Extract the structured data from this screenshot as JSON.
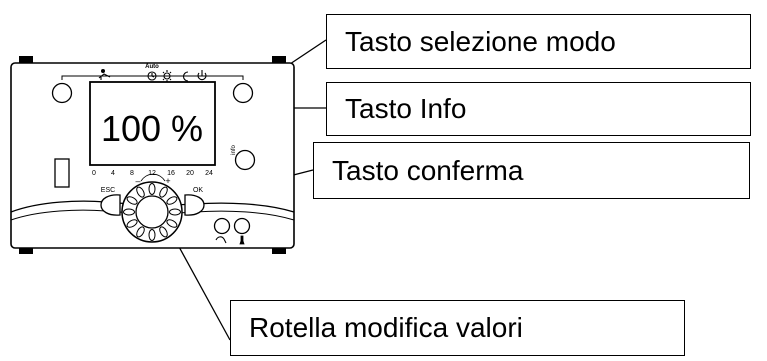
{
  "device": {
    "auto_label": "Auto",
    "display_value": "100 %",
    "display_scale": [
      "0",
      "4",
      "8",
      "12",
      "16",
      "20",
      "24"
    ],
    "esc_label": "ESC",
    "ok_label": "OK",
    "info_label": "info",
    "minus_label": "–",
    "plus_label": "+"
  },
  "callouts": {
    "mode_key": "Tasto selezione modo",
    "info_key": "Tasto Info",
    "confirm_key": "Tasto conferma",
    "wheel": "Rotella modifica valori"
  }
}
